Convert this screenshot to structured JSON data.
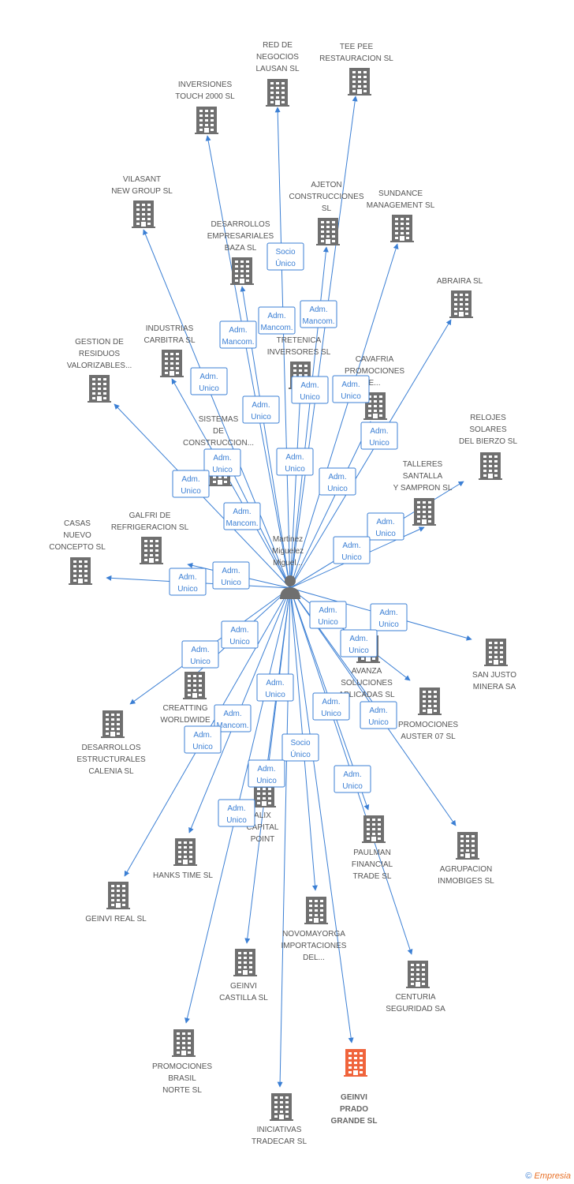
{
  "colors": {
    "edge": "#3b7fd4",
    "building": "#6f6f6f",
    "highlight": "#f0643c",
    "person": "#6f6f6f"
  },
  "center": {
    "label_lines": [
      "Martinez",
      "Miguelez",
      "Miguel..."
    ],
    "icon": "person-icon"
  },
  "companies": [
    {
      "id": "red-de-negocios",
      "lines": [
        "RED DE",
        "NEGOCIOS",
        "LAUSAN SL"
      ]
    },
    {
      "id": "tee-pee",
      "lines": [
        "TEE PEE",
        "RESTAURACION SL"
      ]
    },
    {
      "id": "inversiones-touch",
      "lines": [
        "INVERSIONES",
        "TOUCH 2000 SL"
      ]
    },
    {
      "id": "vilasant",
      "lines": [
        "VILASANT",
        "NEW GROUP SL"
      ]
    },
    {
      "id": "ajeton",
      "lines": [
        "AJETON",
        "CONSTRUCCIONES",
        "SL"
      ]
    },
    {
      "id": "sundance",
      "lines": [
        "SUNDANCE",
        "MANAGEMENT SL"
      ]
    },
    {
      "id": "desarrollos-baza",
      "lines": [
        "DESARROLLOS",
        "EMPRESARIALES",
        "BAZA  SL"
      ]
    },
    {
      "id": "abraira",
      "lines": [
        "ABRAIRA SL"
      ]
    },
    {
      "id": "industrias-carbitra",
      "lines": [
        "INDUSTRIAS",
        "CARBITRA  SL"
      ]
    },
    {
      "id": "tretenica",
      "lines": [
        "TRETENICA",
        "INVERSORES SL"
      ]
    },
    {
      "id": "gestion-residuos",
      "lines": [
        "GESTION DE",
        "RESIDUOS",
        "VALORIZABLES..."
      ]
    },
    {
      "id": "cavafria",
      "lines": [
        "CAVAFRIA",
        "PROMOCIONES",
        "E..."
      ]
    },
    {
      "id": "sistemas-construccion",
      "lines": [
        "SISTEMAS",
        "DE",
        "CONSTRUCCION..."
      ]
    },
    {
      "id": "relojes-solares",
      "lines": [
        "RELOJES",
        "SOLARES",
        "DEL BIERZO  SL"
      ]
    },
    {
      "id": "talleres-santalla",
      "lines": [
        "TALLERES",
        "SANTALLA",
        "Y SAMPRON SL"
      ]
    },
    {
      "id": "galfri",
      "lines": [
        "GALFRI DE",
        "REFRIGERACION SL"
      ]
    },
    {
      "id": "casas-nuevo",
      "lines": [
        "CASAS",
        "NUEVO",
        "CONCEPTO SL"
      ]
    },
    {
      "id": "san-justo",
      "lines": [
        "SAN JUSTO",
        "MINERA SA"
      ]
    },
    {
      "id": "avanza",
      "lines": [
        "AVANZA",
        "SOLUCIONES",
        "APLICADAS SL"
      ]
    },
    {
      "id": "creatting",
      "lines": [
        "CREATTING",
        "WORLDWIDE"
      ]
    },
    {
      "id": "promociones-auster",
      "lines": [
        "PROMOCIONES",
        "AUSTER 07 SL"
      ]
    },
    {
      "id": "desarrollos-calenia",
      "lines": [
        "DESARROLLOS",
        "ESTRUCTURALES",
        "CALENIA SL"
      ]
    },
    {
      "id": "alix-capital",
      "lines": [
        "ALIX",
        "CAPITAL",
        "POINT"
      ]
    },
    {
      "id": "paulman",
      "lines": [
        "PAULMAN",
        "FINANCIAL",
        "TRADE SL"
      ]
    },
    {
      "id": "agrupacion",
      "lines": [
        "AGRUPACION",
        "INMOBIGES SL"
      ]
    },
    {
      "id": "hanks-time",
      "lines": [
        "HANKS TIME SL"
      ]
    },
    {
      "id": "geinvi-real",
      "lines": [
        "GEINVI REAL SL"
      ]
    },
    {
      "id": "novomayorga",
      "lines": [
        "NOVOMAYORGA",
        "IMPORTACIONES",
        "DEL..."
      ]
    },
    {
      "id": "geinvi-castilla",
      "lines": [
        "GEINVI",
        "CASTILLA SL"
      ]
    },
    {
      "id": "centuria",
      "lines": [
        "CENTURIA",
        "SEGURIDAD SA"
      ]
    },
    {
      "id": "promociones-brasil",
      "lines": [
        "PROMOCIONES",
        "BRASIL",
        "NORTE SL"
      ]
    },
    {
      "id": "geinvi-prado",
      "lines": [
        "GEINVI",
        "PRADO",
        "GRANDE SL"
      ],
      "highlight": true
    },
    {
      "id": "iniciativas-tradecar",
      "lines": [
        "INICIATIVAS",
        "TRADECAR  SL"
      ]
    }
  ],
  "edge_labels": [
    [
      "Socio",
      "Único"
    ],
    [
      "Adm.",
      "Mancom."
    ],
    [
      "Adm.",
      "Mancom."
    ],
    [
      "Adm.",
      "Mancom."
    ],
    [
      "Adm.",
      "Unico"
    ],
    [
      "Adm.",
      "Unico"
    ],
    [
      "Adm.",
      "Unico"
    ],
    [
      "Adm.",
      "Unico"
    ],
    [
      "Adm.",
      "Unico"
    ],
    [
      "Adm.",
      "Unico"
    ],
    [
      "Adm.",
      "Unico"
    ],
    [
      "Adm.",
      "Unico"
    ],
    [
      "Adm.",
      "Mancom."
    ],
    [
      "Adm.",
      "Unico"
    ],
    [
      "Adm.",
      "Unico"
    ],
    [
      "Adm.",
      "Unico"
    ],
    [
      "Adm.",
      "Unico"
    ],
    [
      "Adm.",
      "Unico"
    ],
    [
      "Adm.",
      "Unico"
    ],
    [
      "Adm.",
      "Unico"
    ],
    [
      "Adm.",
      "Unico"
    ],
    [
      "Adm.",
      "Unico"
    ],
    [
      "Adm.",
      "Unico"
    ],
    [
      "Adm.",
      "Mancom."
    ],
    [
      "Adm.",
      "Unico"
    ],
    [
      "Adm.",
      "Unico"
    ],
    [
      "Adm.",
      "Unico"
    ],
    [
      "Adm.",
      "Unico"
    ],
    [
      "Socio",
      "Único"
    ],
    [
      "Adm.",
      "Unico"
    ],
    [
      "Adm.",
      "Unico"
    ],
    [
      "Adm.",
      "Unico"
    ]
  ],
  "footer": {
    "copyright": "©",
    "brand": "Empresia"
  }
}
